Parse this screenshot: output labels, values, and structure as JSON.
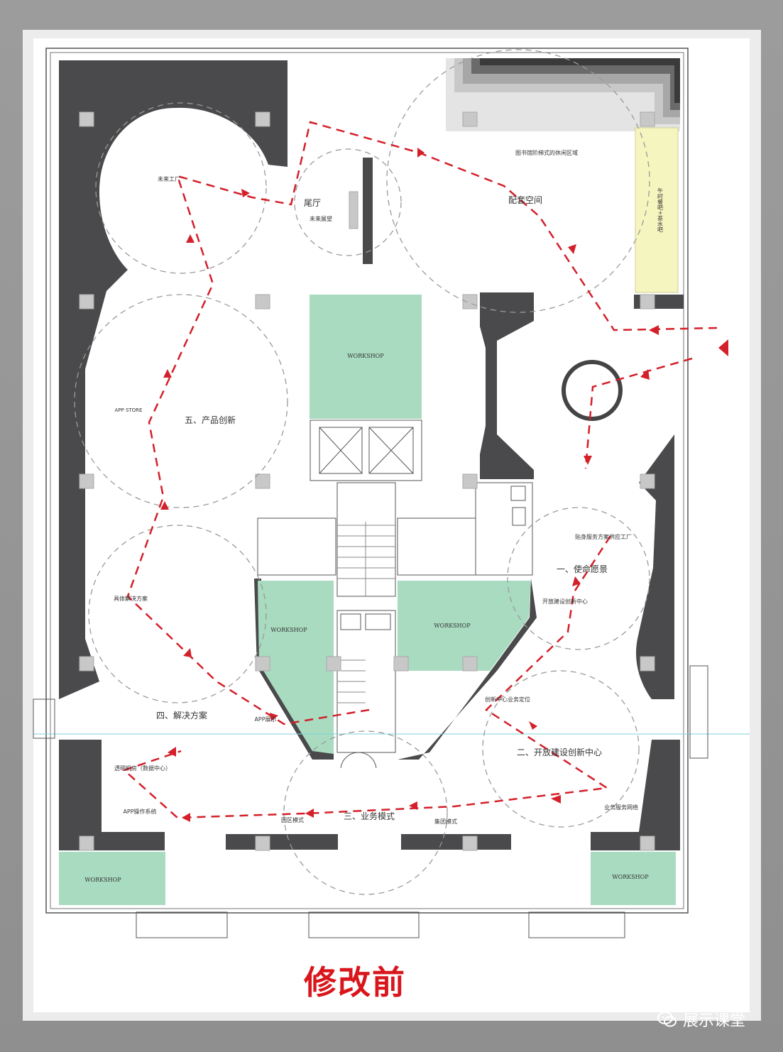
{
  "caption": "修改前",
  "watermark": {
    "text": "展示课堂",
    "icon": "wechat-icon"
  },
  "colors": {
    "wall": "#4a494b",
    "workshop": "#a8dbc0",
    "route": "#d3202a",
    "zone_outline": "#9a9a9a",
    "bar": "#f5f5c0",
    "caption": "#d8161b"
  },
  "zones": {
    "future_factory": "未来工厂",
    "tail_hall": "尾厅",
    "future_outlook": "未来展望",
    "lounge": "图书馆阶梯式的休闲区域",
    "support_space": "配套空间",
    "bar": "午时餐吧+茶水吧",
    "app_store": "APP STORE",
    "product_innovation": "五、产品创新",
    "service_factory": "贴身服务方案供应工厂",
    "mission_vision": "一、使命愿景",
    "open_center_small": "开放建设创新中心",
    "solutions_detail": "具体解决方案",
    "solutions": "四、解决方案",
    "app_display": "APP展示",
    "innovation_positioning": "创新中心业务定位",
    "open_center": "二、开放建设创新中心",
    "transparent_room": "透明机房（数据中心）",
    "app_system": "APP操作系统",
    "park_mode": "园区模式",
    "business_mode": "三、业务模式",
    "group_mode": "集团模式",
    "service_network": "业务服务网络"
  },
  "workshops": [
    "WORKSHOP",
    "WORKSHOP",
    "WORKSHOP",
    "WORKSHOP",
    "WORKSHOP"
  ]
}
